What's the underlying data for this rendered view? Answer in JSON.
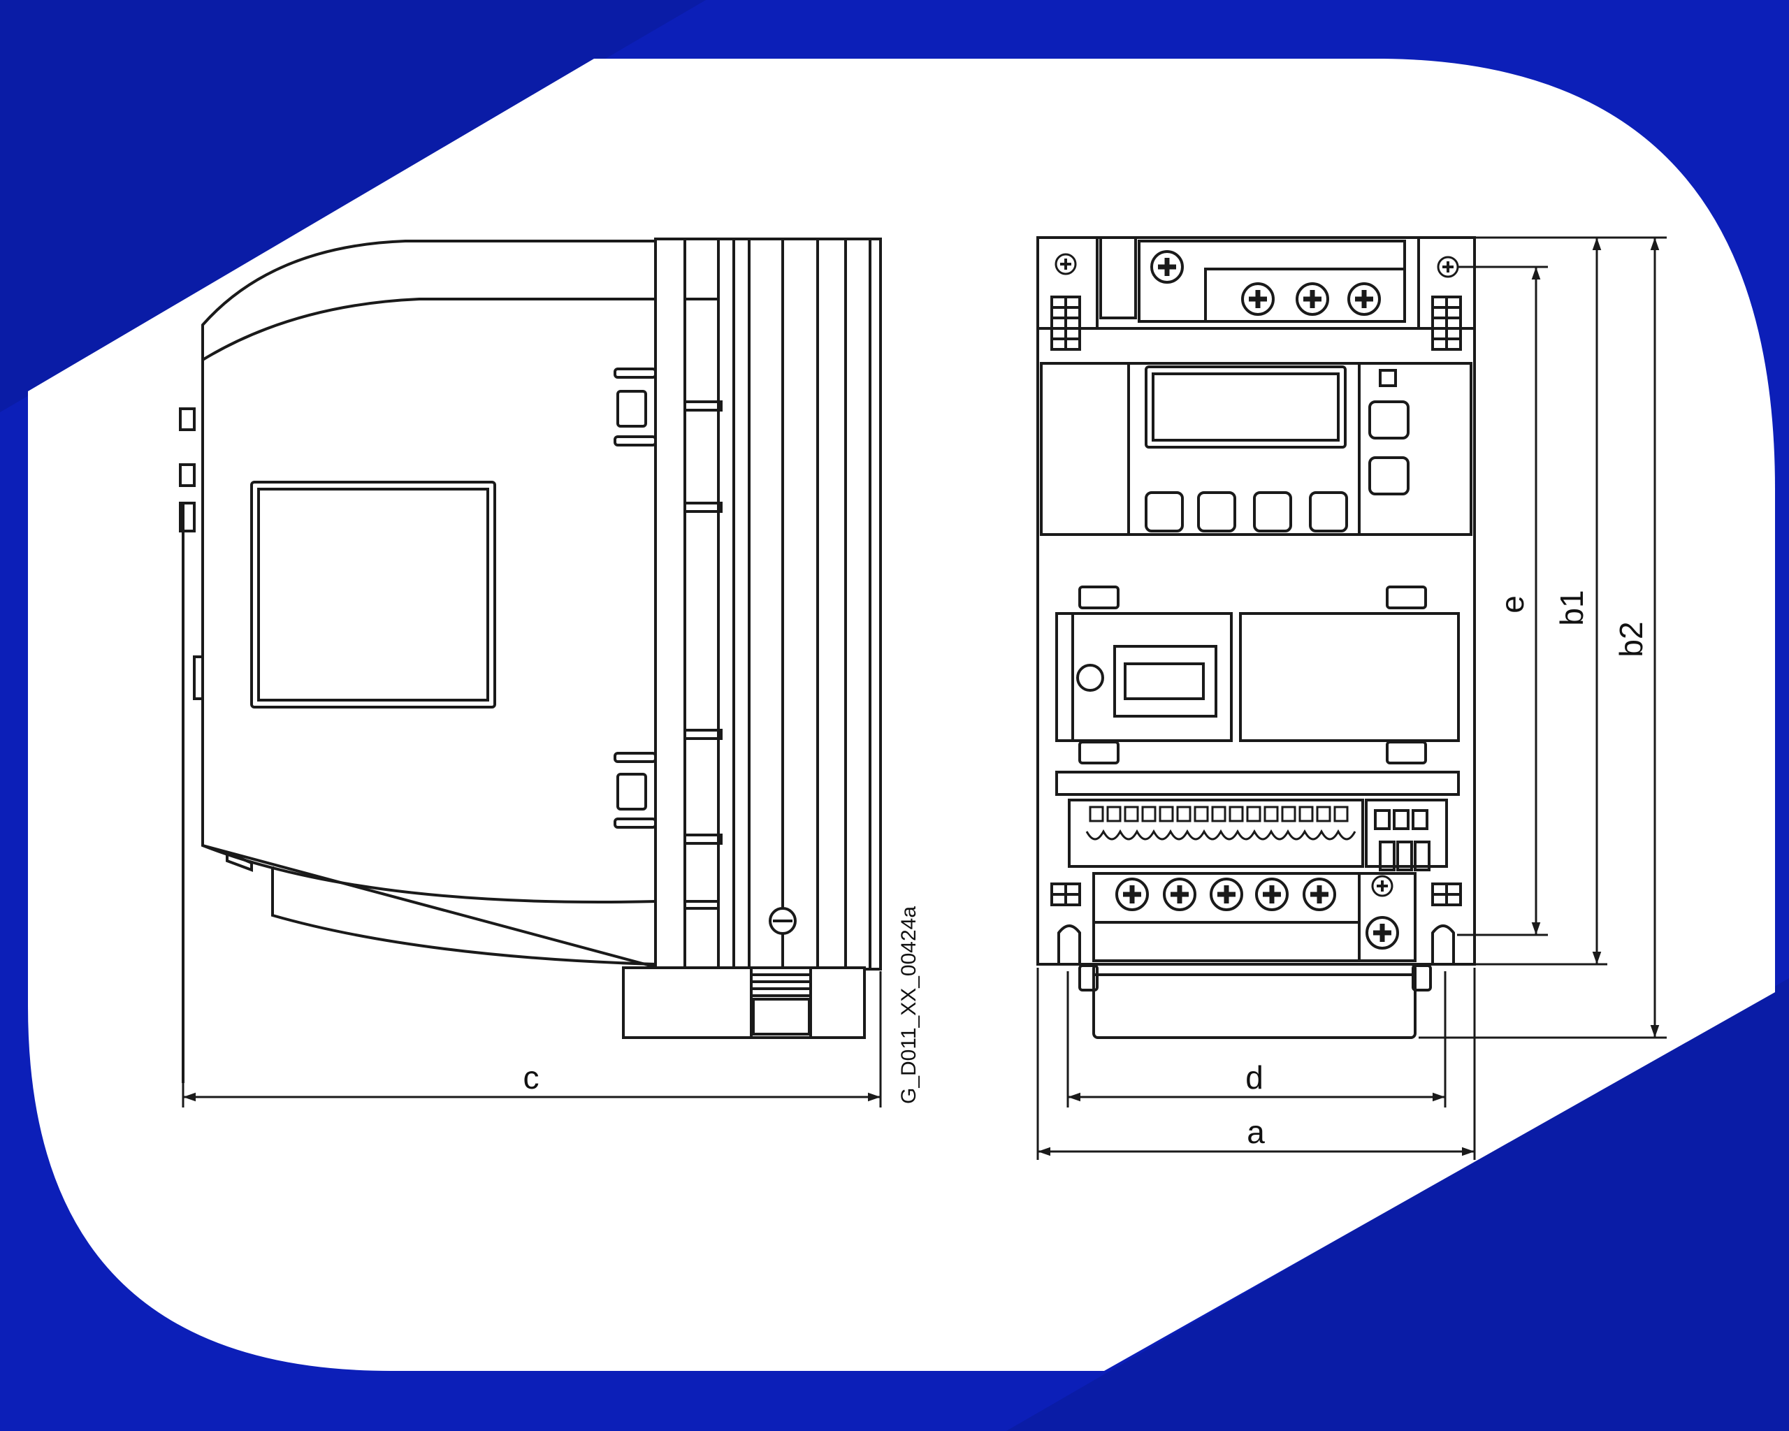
{
  "colors": {
    "frame_blue": "#0c1fb8",
    "dark_blue": "#08168a",
    "line": "#1a1a1a",
    "paper": "#ffffff"
  },
  "dimensions": {
    "c": "c",
    "d": "d",
    "a": "a",
    "e": "e",
    "b1": "b1",
    "b2": "b2"
  },
  "drawing_code": "G_D011_XX_00424a",
  "icons": [
    "screw-terminal-icon",
    "mounting-screw-icon"
  ]
}
